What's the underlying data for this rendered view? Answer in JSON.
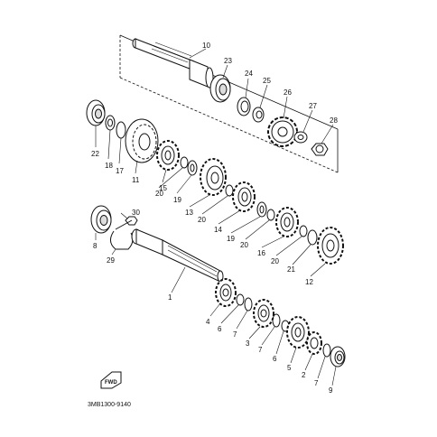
{
  "diagram": {
    "callouts": [
      "10",
      "23",
      "24",
      "25",
      "26",
      "27",
      "28",
      "22",
      "18",
      "17",
      "11",
      "15",
      "20",
      "19",
      "13",
      "20",
      "14",
      "19",
      "20",
      "16",
      "20",
      "21",
      "12",
      "30",
      "8",
      "29",
      "1",
      "4",
      "6",
      "7",
      "3",
      "7",
      "6",
      "5",
      "2",
      "7",
      "9"
    ],
    "direction_mark": "FWD",
    "drawing_code": "3MB1300-9140"
  }
}
